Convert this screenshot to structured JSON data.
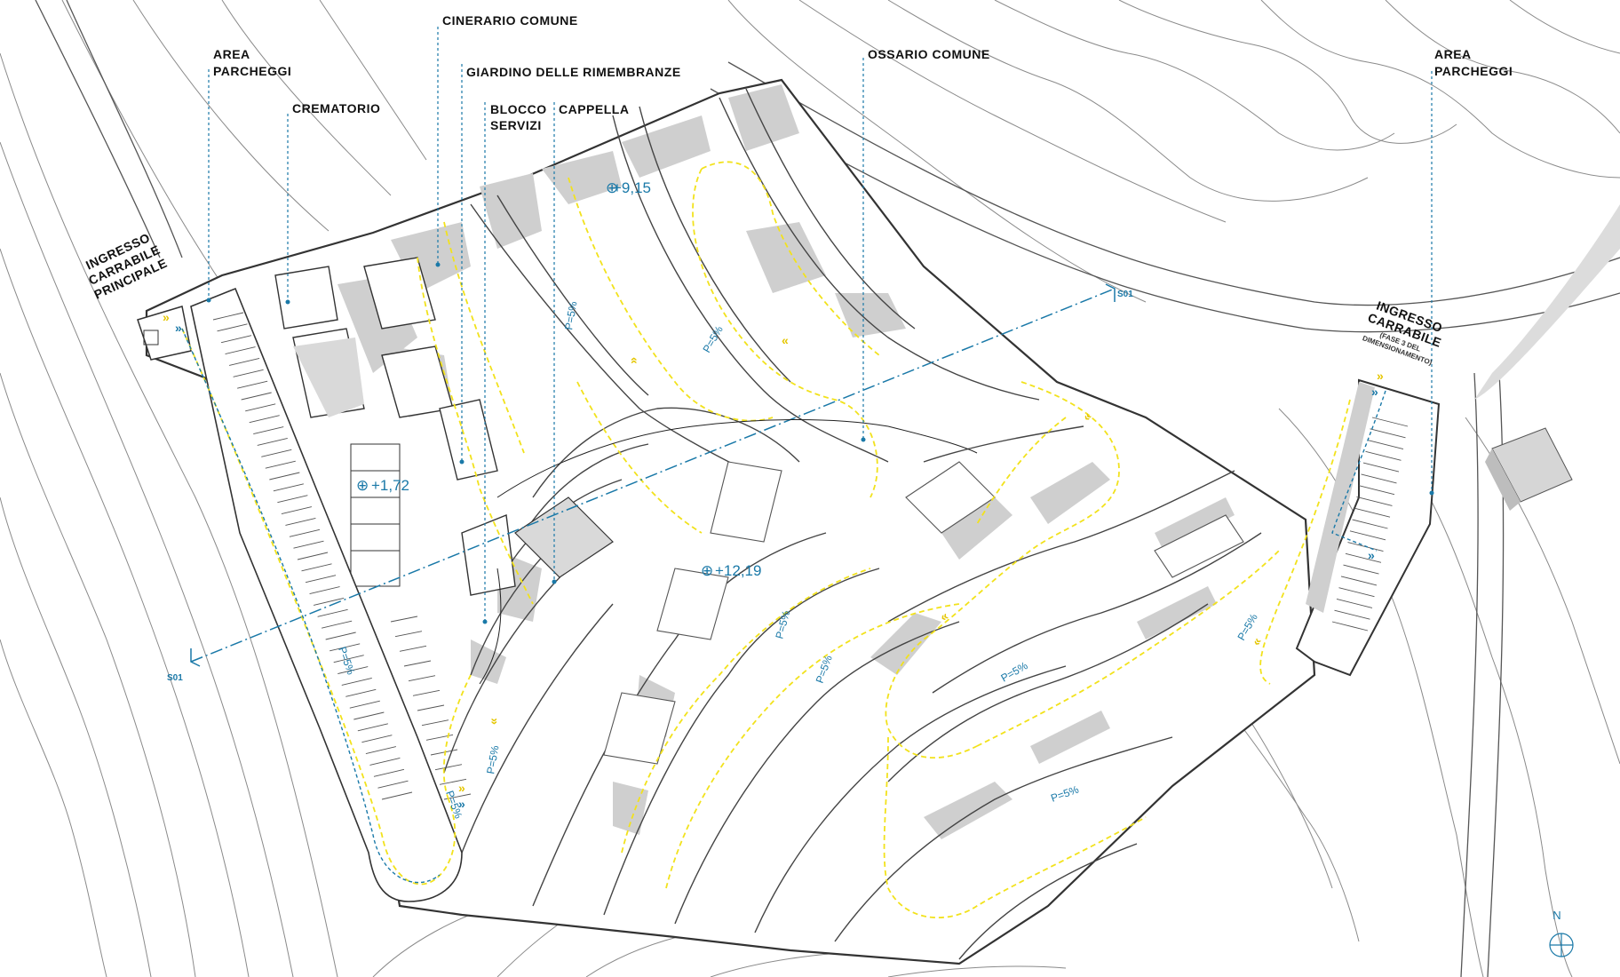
{
  "labels": {
    "area_parcheggi_w": [
      "AREA",
      "PARCHEGGI"
    ],
    "crematorio": "CREMATORIO",
    "cinerario": "CINERARIO COMUNE",
    "giardino": "GIARDINO DELLE RIMEMBRANZE",
    "blocco_servizi": [
      "BLOCCO",
      "SERVIZI"
    ],
    "cappella": "CAPPELLA",
    "ossario": "OSSARIO COMUNE",
    "area_parcheggi_e": [
      "AREA",
      "PARCHEGGI"
    ],
    "ingresso_principale": [
      "INGRESSO",
      "CARRABILE",
      "PRINCIPALE"
    ],
    "ingresso_est": [
      "INGRESSO",
      "CARRABILE"
    ],
    "ingresso_est_note": [
      "(FASE 3 DEL",
      "DIMENSIONAMENTO)"
    ]
  },
  "elevations": [
    "+9,15",
    "+12,19",
    "+1,72"
  ],
  "slopes": [
    "P=5%",
    "P=5%",
    "P=5%",
    "P=5%",
    "P=5%",
    "P=5%",
    "P=5%",
    "P=5%",
    "P=5%",
    "P=5%"
  ],
  "section": "S01",
  "compass": "N",
  "colors": {
    "leader": "#1a79a8",
    "path": "#f2e21c",
    "building_shadow": "#cfcfcf",
    "contour": "#8a8a8a",
    "outline": "#333333"
  }
}
